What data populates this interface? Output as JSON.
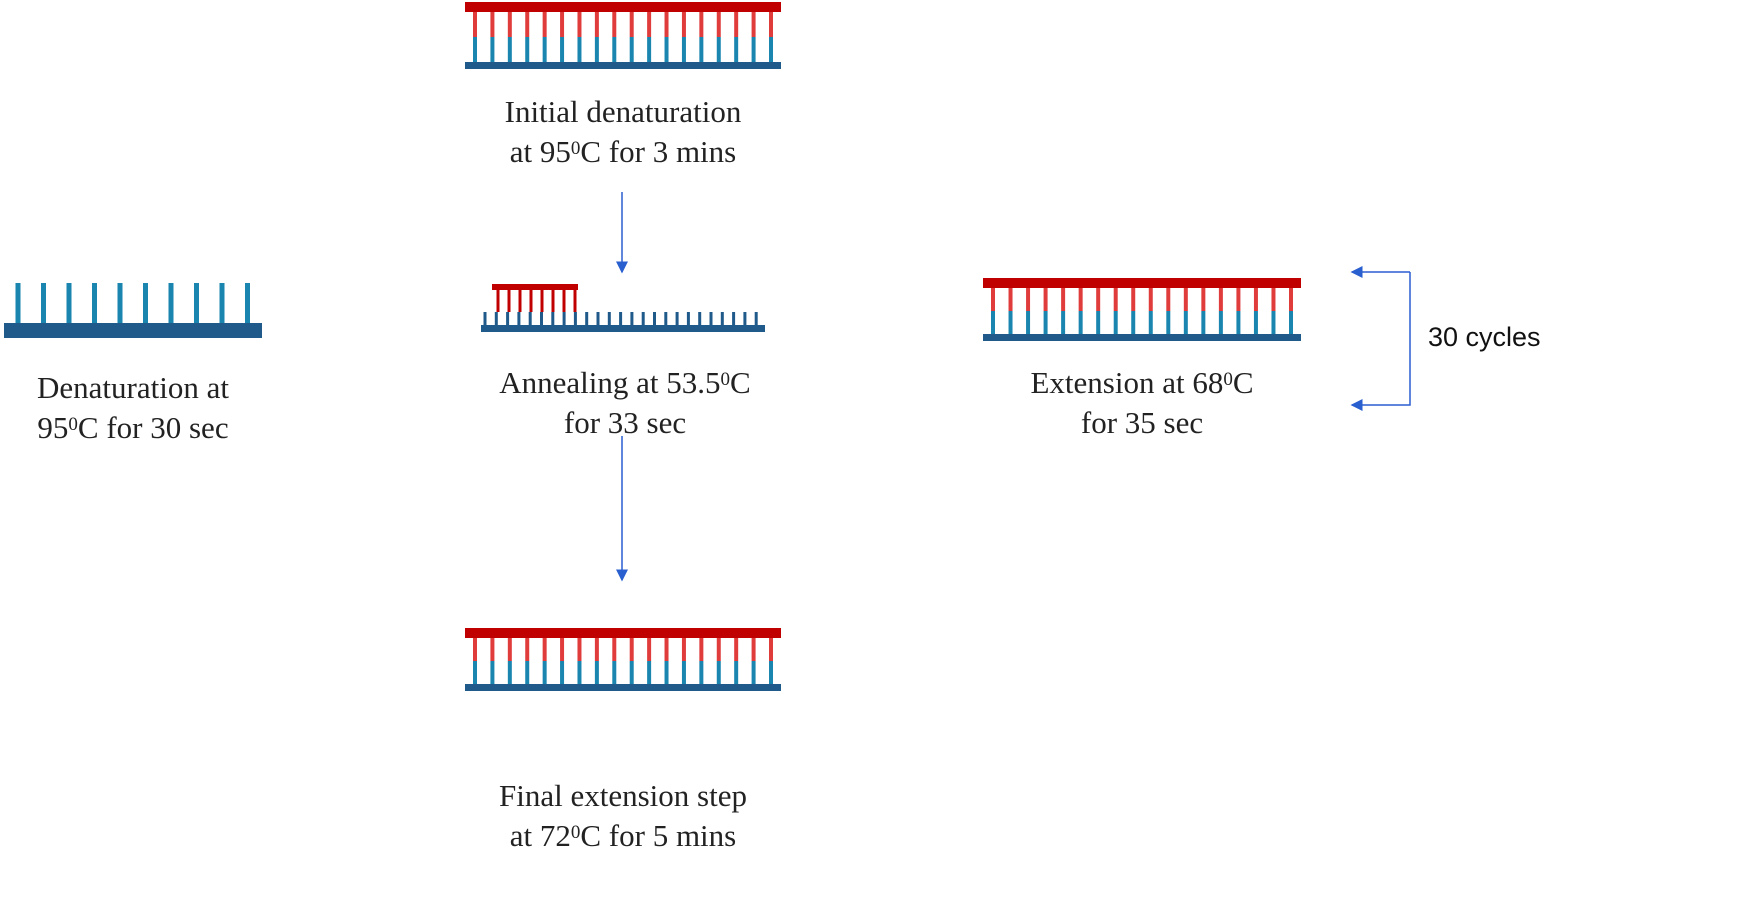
{
  "steps": {
    "initial": {
      "line1": "Initial denaturation",
      "pre": "at 95",
      "sup": "0",
      "post": "C for 3 mins"
    },
    "denaturation": {
      "line1": "Denaturation at",
      "pre": "95",
      "sup": "0",
      "post": "C for 30 sec"
    },
    "annealing": {
      "pre": "Annealing at 53.5",
      "sup": "0",
      "post": "C",
      "line2": "for 33 sec"
    },
    "extension": {
      "pre": "Extension at 68",
      "sup": "0",
      "post": "C",
      "line2": "for 35 sec"
    },
    "final": {
      "line1": "Final extension step",
      "pre": "at 72",
      "sup": "0",
      "post": "C for 5 mins"
    }
  },
  "cycles_label": "30 cycles",
  "colors": {
    "red_strand": "#c00000",
    "red_teeth": "#e03c3c",
    "blue_teeth": "#1a86b0",
    "blue_strand": "#1f5a8a",
    "arrow": "#2a5fd0"
  }
}
